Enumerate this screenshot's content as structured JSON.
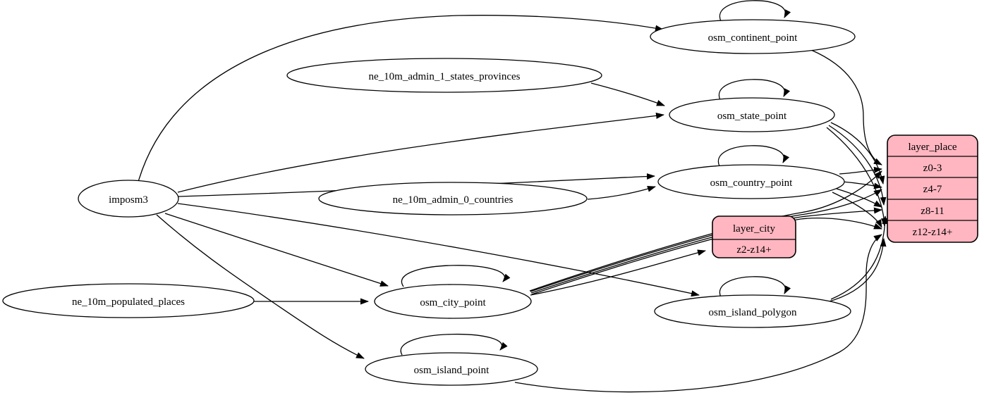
{
  "diagram": {
    "type": "graphviz-etl-flow",
    "colors": {
      "background": "#ffffff",
      "table_fill": "#ffb6c1",
      "stroke": "#000000",
      "text": "#000000"
    },
    "nodes": {
      "imposm3": "imposm3",
      "ne_10m_admin_1_states_provinces": "ne_10m_admin_1_states_provinces",
      "ne_10m_admin_0_countries": "ne_10m_admin_0_countries",
      "ne_10m_populated_places": "ne_10m_populated_places",
      "osm_continent_point": "osm_continent_point",
      "osm_state_point": "osm_state_point",
      "osm_country_point": "osm_country_point",
      "osm_city_point": "osm_city_point",
      "osm_island_polygon": "osm_island_polygon",
      "osm_island_point": "osm_island_point"
    },
    "tables": {
      "layer_place": {
        "title": "layer_place",
        "rows": [
          "z0-3",
          "z4-7",
          "z8-11",
          "z12-z14+"
        ]
      },
      "layer_city": {
        "title": "layer_city",
        "rows": [
          "z2-z14+"
        ]
      }
    },
    "edges": [
      {
        "from": "imposm3",
        "to": "osm_continent_point"
      },
      {
        "from": "imposm3",
        "to": "osm_state_point"
      },
      {
        "from": "imposm3",
        "to": "osm_country_point"
      },
      {
        "from": "imposm3",
        "to": "osm_city_point"
      },
      {
        "from": "imposm3",
        "to": "osm_island_polygon"
      },
      {
        "from": "imposm3",
        "to": "osm_island_point"
      },
      {
        "from": "ne_10m_admin_1_states_provinces",
        "to": "osm_state_point"
      },
      {
        "from": "ne_10m_admin_0_countries",
        "to": "osm_country_point"
      },
      {
        "from": "ne_10m_populated_places",
        "to": "osm_city_point"
      },
      {
        "from": "osm_continent_point",
        "to": "osm_continent_point"
      },
      {
        "from": "osm_state_point",
        "to": "osm_state_point"
      },
      {
        "from": "osm_country_point",
        "to": "osm_country_point"
      },
      {
        "from": "osm_city_point",
        "to": "osm_city_point"
      },
      {
        "from": "osm_island_polygon",
        "to": "osm_island_polygon"
      },
      {
        "from": "osm_island_point",
        "to": "osm_island_point"
      },
      {
        "from": "osm_continent_point",
        "to": "layer_place",
        "to_row": "z0-3"
      },
      {
        "from": "osm_state_point",
        "to": "layer_place",
        "to_row": "z4-7"
      },
      {
        "from": "osm_state_point",
        "to": "layer_place",
        "to_row": "z8-11"
      },
      {
        "from": "osm_state_point",
        "to": "layer_place",
        "to_row": "z12-z14+"
      },
      {
        "from": "osm_country_point",
        "to": "layer_place",
        "to_row": "z0-3"
      },
      {
        "from": "osm_country_point",
        "to": "layer_place",
        "to_row": "z4-7"
      },
      {
        "from": "osm_country_point",
        "to": "layer_place",
        "to_row": "z8-11"
      },
      {
        "from": "osm_country_point",
        "to": "layer_place",
        "to_row": "z12-z14+"
      },
      {
        "from": "osm_city_point",
        "to": "layer_city",
        "to_row": "z2-z14+"
      },
      {
        "from": "osm_city_point",
        "to": "layer_place",
        "to_row": "z0-3"
      },
      {
        "from": "osm_city_point",
        "to": "layer_place",
        "to_row": "z4-7"
      },
      {
        "from": "osm_city_point",
        "to": "layer_place",
        "to_row": "z8-11"
      },
      {
        "from": "osm_city_point",
        "to": "layer_place",
        "to_row": "z12-z14+"
      },
      {
        "from": "osm_island_polygon",
        "to": "layer_place",
        "to_row": "z8-11"
      },
      {
        "from": "osm_island_polygon",
        "to": "layer_place",
        "to_row": "z12-z14+"
      },
      {
        "from": "osm_island_point",
        "to": "layer_place",
        "to_row": "z12-z14+"
      }
    ]
  }
}
